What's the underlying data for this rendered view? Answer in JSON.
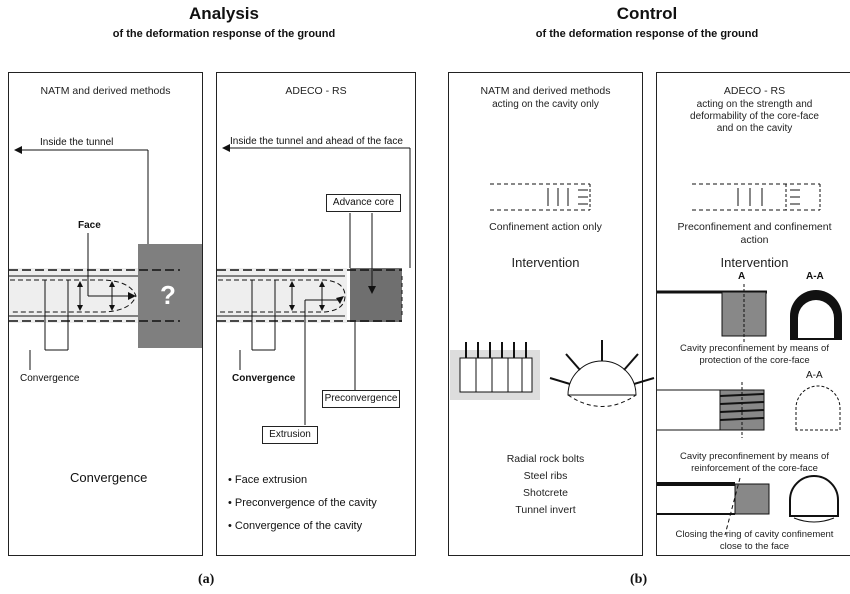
{
  "left": {
    "title": "Analysis",
    "subtitle": "of the deformation response of the ground",
    "caption": "(a)",
    "natm": {
      "heading": "NATM and derived methods",
      "inside_label": "Inside the tunnel",
      "face_label": "Face",
      "unknown_mark": "?",
      "convergence_arrow_label": "Convergence",
      "bottom_label": "Convergence"
    },
    "adeco": {
      "heading": "ADECO - RS",
      "inside_label": "Inside the tunnel and ahead of the face",
      "advance_core": "Advance core",
      "convergence": "Convergence",
      "preconvergence": "Preconvergence",
      "extrusion": "Extrusion",
      "bullets": [
        "Face extrusion",
        "Preconvergence of the cavity",
        "Convergence of the cavity"
      ]
    }
  },
  "right": {
    "title": "Control",
    "subtitle": "of the deformation response of the ground",
    "caption": "(b)",
    "natm": {
      "heading": "NATM and derived methods",
      "heading2": "acting on the cavity only",
      "action": "Confinement action only",
      "intervention": "Intervention",
      "measures": [
        "Radial rock bolts",
        "Steel ribs",
        "Shotcrete",
        "Tunnel invert"
      ]
    },
    "adeco": {
      "heading": "ADECO - RS",
      "heading2": "acting on the strength and",
      "heading3": "deformability of the core-face",
      "heading4": "and on the cavity",
      "action": "Preconfinement and confinement",
      "action2": "action",
      "intervention": "Intervention",
      "section_label": "A",
      "section_label_aa": "A-A",
      "cap1_line1": "Cavity preconfinement by means of",
      "cap1_line2": "protection of the core-face",
      "cap2_line1": "Cavity preconfinement by means of",
      "cap2_line2": "reinforcement of the core-face",
      "cap3_line1": "Closing the ring of  cavity confinement",
      "cap3_line2": "close to the face"
    }
  }
}
